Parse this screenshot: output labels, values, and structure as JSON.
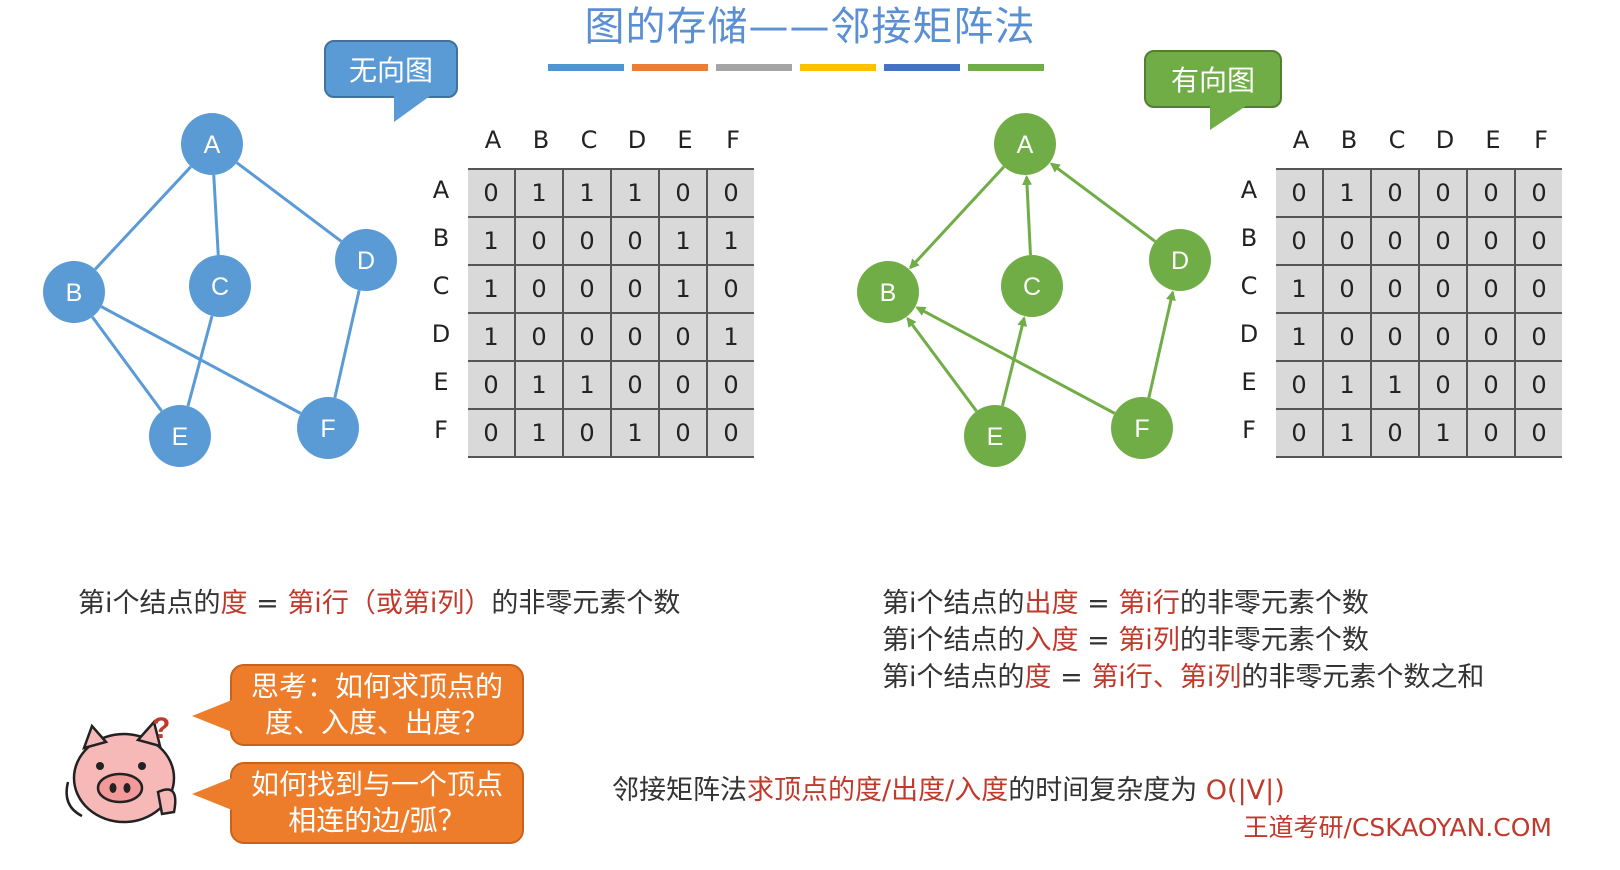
{
  "title": "图的存储——邻接矩阵法",
  "title_bar_colors": [
    "#4f95d4",
    "#ed7d31",
    "#a5a5a5",
    "#ffc000",
    "#4472c4",
    "#70ad47"
  ],
  "undirected": {
    "label": "无向图",
    "color": "#5b9bd5",
    "nodes": [
      "A",
      "B",
      "C",
      "D",
      "E",
      "F"
    ],
    "edges": [
      [
        "A",
        "B"
      ],
      [
        "A",
        "C"
      ],
      [
        "A",
        "D"
      ],
      [
        "B",
        "E"
      ],
      [
        "B",
        "F"
      ],
      [
        "C",
        "E"
      ],
      [
        "D",
        "F"
      ]
    ],
    "matrix": [
      [
        0,
        1,
        1,
        1,
        0,
        0
      ],
      [
        1,
        0,
        0,
        0,
        1,
        1
      ],
      [
        1,
        0,
        0,
        0,
        1,
        0
      ],
      [
        1,
        0,
        0,
        0,
        0,
        1
      ],
      [
        0,
        1,
        1,
        0,
        0,
        0
      ],
      [
        0,
        1,
        0,
        1,
        0,
        0
      ]
    ]
  },
  "directed": {
    "label": "有向图",
    "color": "#70ad47",
    "nodes": [
      "A",
      "B",
      "C",
      "D",
      "E",
      "F"
    ],
    "edges": [
      [
        "A",
        "B"
      ],
      [
        "C",
        "A"
      ],
      [
        "D",
        "A"
      ],
      [
        "E",
        "B"
      ],
      [
        "F",
        "B"
      ],
      [
        "E",
        "C"
      ],
      [
        "F",
        "D"
      ]
    ],
    "matrix": [
      [
        0,
        1,
        0,
        0,
        0,
        0
      ],
      [
        0,
        0,
        0,
        0,
        0,
        0
      ],
      [
        1,
        0,
        0,
        0,
        0,
        0
      ],
      [
        1,
        0,
        0,
        0,
        0,
        0
      ],
      [
        0,
        1,
        1,
        0,
        0,
        0
      ],
      [
        0,
        1,
        0,
        1,
        0,
        0
      ]
    ]
  },
  "formula_undirected": {
    "p1": "第i个结点的",
    "p2": "度",
    "p3": " = ",
    "p4": "第i行（或第i列）",
    "p5": "的非零元素个数"
  },
  "formula_directed": [
    {
      "p1": "第i个结点的",
      "p2": "出度",
      "p3": " = ",
      "p4": "第i行",
      "p5": "的非零元素个数"
    },
    {
      "p1": "第i个结点的",
      "p2": "入度",
      "p3": " = ",
      "p4": "第i列",
      "p5": "的非零元素个数"
    },
    {
      "p1": "第i个结点的",
      "p2": "度",
      "p3": " = ",
      "p4": "第i行、第i列",
      "p5": "的非零元素个数之和"
    }
  ],
  "thinking": {
    "q1": "思考：如何求顶点的度、入度、出度？",
    "q2": "如何找到与一个顶点相连的边/弧？"
  },
  "complexity": {
    "p1": "邻接矩阵法",
    "p2": "求顶点的度/出度/入度",
    "p3": "的时间复杂度为 ",
    "p4": "O(|V|)"
  },
  "footer": "王道考研/CSKAOYAN.COM",
  "mascot_mark": "?"
}
